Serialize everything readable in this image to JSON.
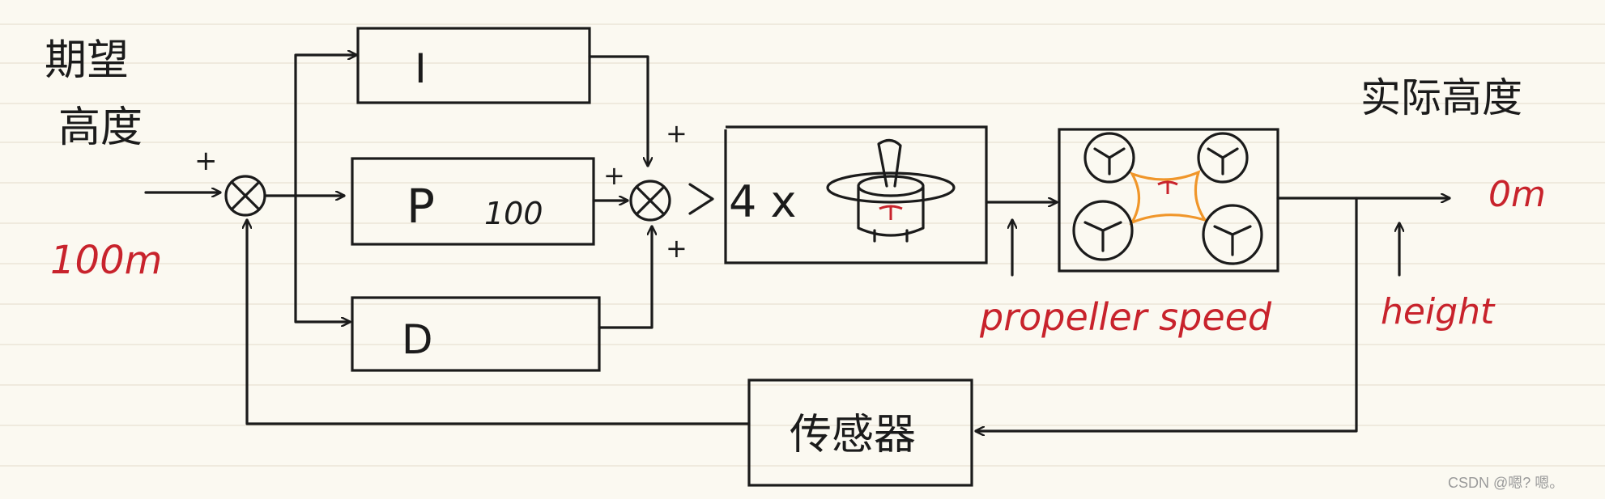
{
  "labels": {
    "desired_height_line1": "期望",
    "desired_height_line2": "高度",
    "setpoint_value": "100m",
    "actual_height": "实际高度",
    "output_value": "0m",
    "propeller_speed": "propeller speed",
    "height": "height",
    "sensor": "传感器",
    "block_i": "I",
    "block_p": "P",
    "p_gain": "100",
    "block_d": "D",
    "motor_multiplier": "4 x",
    "plus": "+",
    "watermark": "CSDN @嗯?  嗯。"
  },
  "colors": {
    "ink": "#1b1b1b",
    "red_ink": "#c8232c",
    "drone_orange": "#f0962a",
    "paper": "#fbf9f1"
  }
}
